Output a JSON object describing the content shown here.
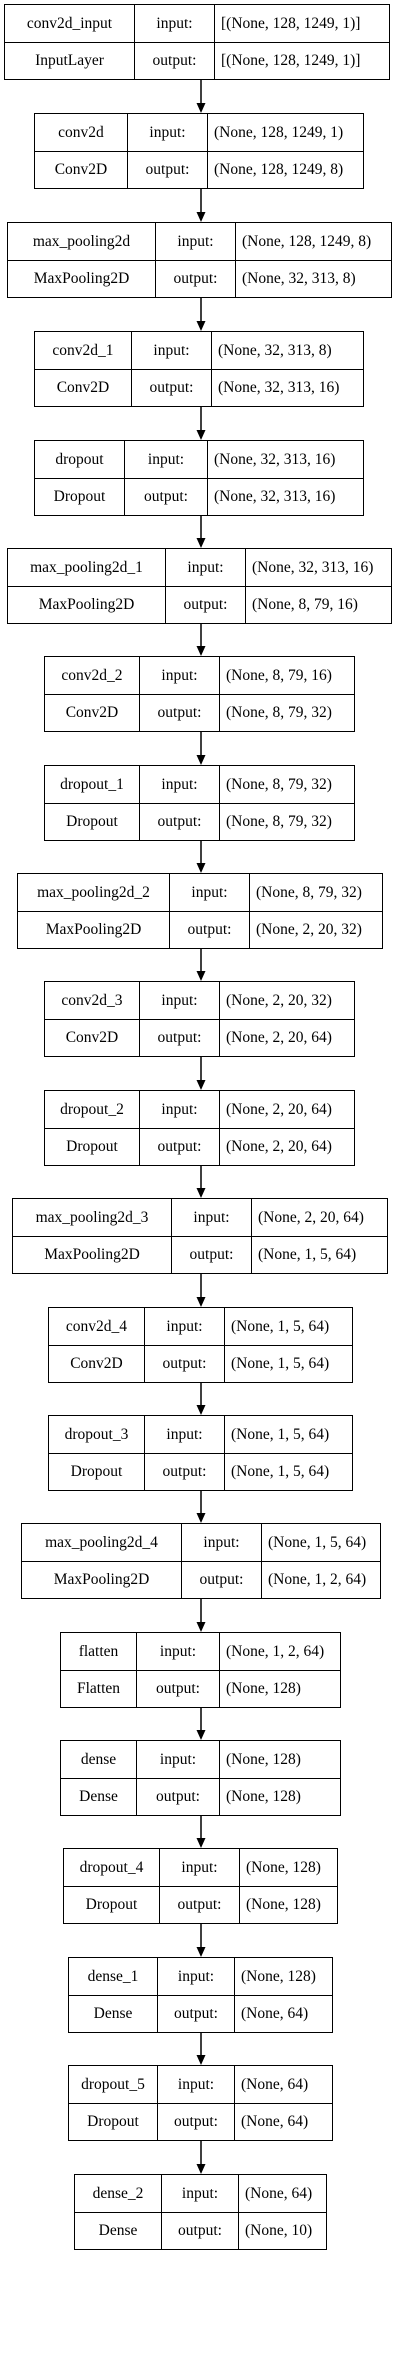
{
  "layers": [
    {
      "name": "conv2d_input",
      "type": "InputLayer",
      "input_label": "input:",
      "output_label": "output:",
      "input_shape": "[(None, 128, 1249, 1)]",
      "output_shape": "[(None, 128, 1249, 1)]"
    },
    {
      "name": "conv2d",
      "type": "Conv2D",
      "input_label": "input:",
      "output_label": "output:",
      "input_shape": "(None, 128, 1249, 1)",
      "output_shape": "(None, 128, 1249, 8)"
    },
    {
      "name": "max_pooling2d",
      "type": "MaxPooling2D",
      "input_label": "input:",
      "output_label": "output:",
      "input_shape": "(None, 128, 1249, 8)",
      "output_shape": "(None, 32, 313, 8)"
    },
    {
      "name": "conv2d_1",
      "type": "Conv2D",
      "input_label": "input:",
      "output_label": "output:",
      "input_shape": "(None, 32, 313, 8)",
      "output_shape": "(None, 32, 313, 16)"
    },
    {
      "name": "dropout",
      "type": "Dropout",
      "input_label": "input:",
      "output_label": "output:",
      "input_shape": "(None, 32, 313, 16)",
      "output_shape": "(None, 32, 313, 16)"
    },
    {
      "name": "max_pooling2d_1",
      "type": "MaxPooling2D",
      "input_label": "input:",
      "output_label": "output:",
      "input_shape": "(None, 32, 313, 16)",
      "output_shape": "(None, 8, 79, 16)"
    },
    {
      "name": "conv2d_2",
      "type": "Conv2D",
      "input_label": "input:",
      "output_label": "output:",
      "input_shape": "(None, 8, 79, 16)",
      "output_shape": "(None, 8, 79, 32)"
    },
    {
      "name": "dropout_1",
      "type": "Dropout",
      "input_label": "input:",
      "output_label": "output:",
      "input_shape": "(None, 8, 79, 32)",
      "output_shape": "(None, 8, 79, 32)"
    },
    {
      "name": "max_pooling2d_2",
      "type": "MaxPooling2D",
      "input_label": "input:",
      "output_label": "output:",
      "input_shape": "(None, 8, 79, 32)",
      "output_shape": "(None, 2, 20, 32)"
    },
    {
      "name": "conv2d_3",
      "type": "Conv2D",
      "input_label": "input:",
      "output_label": "output:",
      "input_shape": "(None, 2, 20, 32)",
      "output_shape": "(None, 2, 20, 64)"
    },
    {
      "name": "dropout_2",
      "type": "Dropout",
      "input_label": "input:",
      "output_label": "output:",
      "input_shape": "(None, 2, 20, 64)",
      "output_shape": "(None, 2, 20, 64)"
    },
    {
      "name": "max_pooling2d_3",
      "type": "MaxPooling2D",
      "input_label": "input:",
      "output_label": "output:",
      "input_shape": "(None, 2, 20, 64)",
      "output_shape": "(None, 1, 5, 64)"
    },
    {
      "name": "conv2d_4",
      "type": "Conv2D",
      "input_label": "input:",
      "output_label": "output:",
      "input_shape": "(None, 1, 5, 64)",
      "output_shape": "(None, 1, 5, 64)"
    },
    {
      "name": "dropout_3",
      "type": "Dropout",
      "input_label": "input:",
      "output_label": "output:",
      "input_shape": "(None, 1, 5, 64)",
      "output_shape": "(None, 1, 5, 64)"
    },
    {
      "name": "max_pooling2d_4",
      "type": "MaxPooling2D",
      "input_label": "input:",
      "output_label": "output:",
      "input_shape": "(None, 1, 5, 64)",
      "output_shape": "(None, 1, 2, 64)"
    },
    {
      "name": "flatten",
      "type": "Flatten",
      "input_label": "input:",
      "output_label": "output:",
      "input_shape": "(None, 1, 2, 64)",
      "output_shape": "(None, 128)"
    },
    {
      "name": "dense",
      "type": "Dense",
      "input_label": "input:",
      "output_label": "output:",
      "input_shape": "(None, 128)",
      "output_shape": "(None, 128)"
    },
    {
      "name": "dropout_4",
      "type": "Dropout",
      "input_label": "input:",
      "output_label": "output:",
      "input_shape": "(None, 128)",
      "output_shape": "(None, 128)"
    },
    {
      "name": "dense_1",
      "type": "Dense",
      "input_label": "input:",
      "output_label": "output:",
      "input_shape": "(None, 128)",
      "output_shape": "(None, 64)"
    },
    {
      "name": "dropout_5",
      "type": "Dropout",
      "input_label": "input:",
      "output_label": "output:",
      "input_shape": "(None, 64)",
      "output_shape": "(None, 64)"
    },
    {
      "name": "dense_2",
      "type": "Dense",
      "input_label": "input:",
      "output_label": "output:",
      "input_shape": "(None, 64)",
      "output_shape": "(None, 10)"
    }
  ],
  "colors": {
    "stroke": "#000000",
    "background": "#ffffff",
    "text": "#000000"
  }
}
